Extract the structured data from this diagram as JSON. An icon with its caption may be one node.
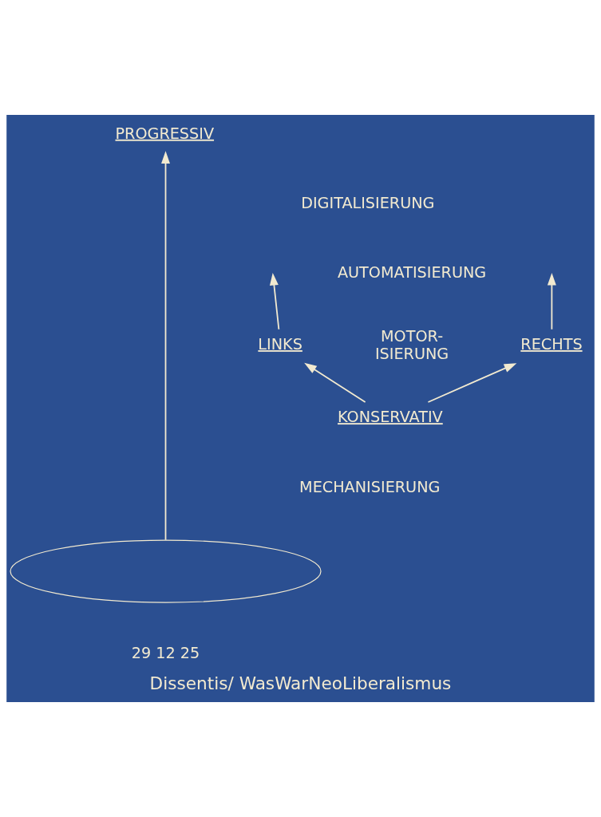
{
  "diagram": {
    "caption": "Dissentis/ WasWarNeoLiberalismus",
    "nodes": [
      {
        "text": [
          "PROGRESSIV"
        ]
      },
      {
        "text": [
          "LINKS"
        ]
      },
      {
        "text": [
          "RECHTS"
        ]
      },
      {
        "text": [
          "KONSERVATIV"
        ]
      },
      {
        "text": [],
        "shape": "ellipse"
      }
    ],
    "edges": [
      {
        "from": 4,
        "to": 0,
        "arrow": "to"
      },
      {
        "from": 3,
        "to": 1,
        "arrow": "to"
      },
      {
        "from": 3,
        "to": 2,
        "arrow": "to"
      },
      {
        "from": 1,
        "to": null,
        "arrow": "to"
      },
      {
        "from": 2,
        "to": null,
        "arrow": "to"
      }
    ],
    "labels": [
      "DIGITALISIERUNG",
      "AUTOMATISIERUNG",
      "MOTOR- ISIERUNG",
      "MECHANISIERUNG",
      "29 12 25"
    ]
  }
}
